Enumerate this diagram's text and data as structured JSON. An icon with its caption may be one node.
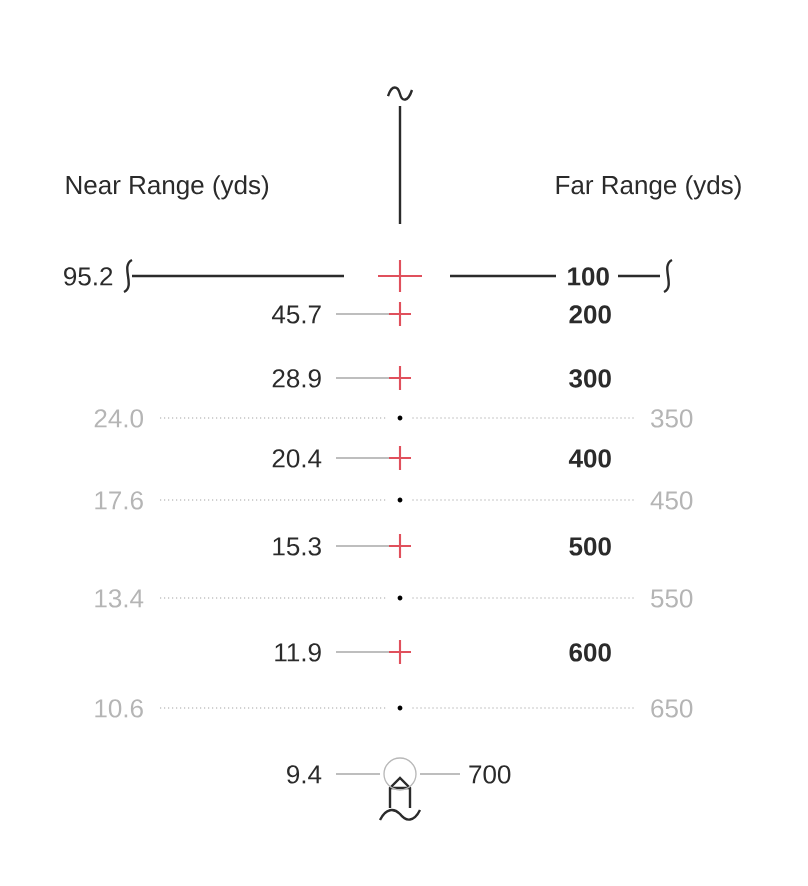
{
  "diagram": {
    "nodes": [
      {
        "text": [],
        "shape": "cross"
      },
      {
        "text": [
          "45.7"
        ]
      },
      {
        "text": [],
        "shape": "cross"
      },
      {
        "text": [
          "28.9"
        ]
      },
      {
        "text": [],
        "shape": "cross"
      },
      {
        "text": [
          "24.0"
        ]
      },
      {
        "text": [],
        "shape": "dot"
      },
      {
        "text": [
          "350"
        ]
      },
      {
        "text": [
          "20.4"
        ]
      },
      {
        "text": [],
        "shape": "cross"
      },
      {
        "text": [
          "17.6"
        ]
      },
      {
        "text": [],
        "shape": "dot"
      },
      {
        "text": [
          "450"
        ]
      },
      {
        "text": [
          "15.3"
        ]
      },
      {
        "text": [],
        "shape": "cross"
      },
      {
        "text": [
          "13.4"
        ]
      },
      {
        "text": [],
        "shape": "dot"
      },
      {
        "text": [
          "550"
        ]
      },
      {
        "text": [
          "11.9"
        ]
      },
      {
        "text": [],
        "shape": "cross"
      },
      {
        "text": [
          "10.6"
        ]
      },
      {
        "text": [],
        "shape": "dot"
      },
      {
        "text": [
          "650"
        ]
      },
      {
        "text": [
          "9.4"
        ]
      },
      {
        "text": [],
        "shape": "circle"
      },
      {
        "text": [
          "700"
        ]
      }
    ],
    "edges": [
      {
        "from": 1,
        "to": 2,
        "arrow": "none"
      },
      {
        "from": 3,
        "to": 4,
        "arrow": "none"
      },
      {
        "from": 5,
        "to": 6,
        "arrow": "none",
        "style": "dashed"
      },
      {
        "from": 6,
        "to": 7,
        "arrow": "none",
        "style": "dashed"
      },
      {
        "from": 8,
        "to": 9,
        "arrow": "none"
      },
      {
        "from": 10,
        "to": 11,
        "arrow": "none",
        "style": "dashed"
      },
      {
        "from": 11,
        "to": 12,
        "arrow": "none",
        "style": "dashed"
      },
      {
        "from": 13,
        "to": 14,
        "arrow": "none"
      },
      {
        "from": 15,
        "to": 16,
        "arrow": "none",
        "style": "dashed"
      },
      {
        "from": 16,
        "to": 17,
        "arrow": "none",
        "style": "dashed"
      },
      {
        "from": 18,
        "to": 19,
        "arrow": "none"
      },
      {
        "from": 20,
        "to": 21,
        "arrow": "none",
        "style": "dashed"
      },
      {
        "from": 21,
        "to": 22,
        "arrow": "none",
        "style": "dashed"
      },
      {
        "from": 23,
        "to": 24,
        "arrow": "none"
      },
      {
        "from": 24,
        "to": 25,
        "arrow": "none"
      }
    ],
    "labels": [
      "Near Range (yds)",
      "Far Range (yds)",
      "95.2",
      "100",
      "200",
      "300",
      "400",
      "500",
      "600"
    ]
  }
}
